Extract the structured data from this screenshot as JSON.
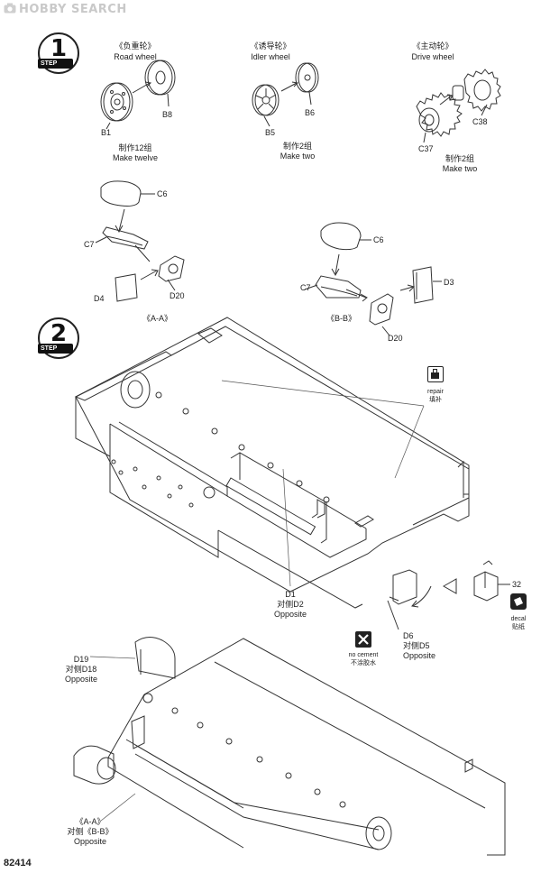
{
  "watermark": {
    "text": "HOBBY SEARCH"
  },
  "step1": {
    "number": "1",
    "label": "STEP",
    "road_wheel": {
      "cn": "《负重轮》",
      "en": "Road wheel",
      "parts": [
        "B1",
        "B8"
      ],
      "qty_cn": "制作12组",
      "qty_en": "Make twelve"
    },
    "idler_wheel": {
      "cn": "《诱导轮》",
      "en": "Idler wheel",
      "parts": [
        "B5",
        "B6"
      ],
      "qty_cn": "制作2组",
      "qty_en": "Make two"
    },
    "drive_wheel": {
      "cn": "《主动轮》",
      "en": "Drive wheel",
      "parts": [
        "C37",
        "C38"
      ],
      "qty_cn": "制作2组",
      "qty_en": "Make two"
    },
    "sub_a": {
      "title": "《A-A》",
      "parts": [
        "C6",
        "C7",
        "D4",
        "D20"
      ]
    },
    "sub_b": {
      "title": "《B-B》",
      "parts": [
        "C6",
        "C7",
        "D20",
        "D3"
      ]
    }
  },
  "step2": {
    "number": "2",
    "label": "STEP",
    "repair": {
      "en": "repair",
      "cn": "填补"
    },
    "decal": {
      "en": "decal",
      "cn": "贴纸",
      "number": "32"
    },
    "no_cement": {
      "en": "no cement",
      "cn": "不涂胶水"
    },
    "d1": {
      "part": "D1",
      "cn": "对侧D2",
      "en": "Opposite"
    },
    "d6": {
      "part": "D6",
      "cn": "对侧D5",
      "en": "Opposite"
    },
    "d19": {
      "part": "D19",
      "cn": "对侧D18",
      "en": "Opposite"
    },
    "ab": {
      "part": "《A-A》",
      "cn": "对侧《B-B》",
      "en": "Opposite"
    }
  },
  "page_number": "82414"
}
